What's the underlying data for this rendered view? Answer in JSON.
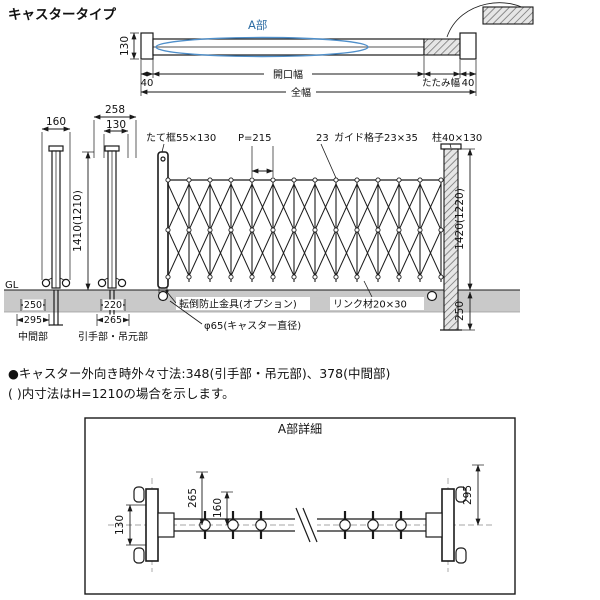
{
  "title": "キャスタータイプ",
  "top_view": {
    "section_label": "A部",
    "height_dim": "130",
    "left_margin_dim": "40",
    "opening_label": "開口幅",
    "fold_label": "たたみ幅",
    "right_margin_dim": "40",
    "total_width_label": "全幅"
  },
  "elevation": {
    "labels": {
      "frame": "たて框55×130",
      "pitch": "P=215",
      "lattice_width": "23",
      "lattice": "ガイド格子23×35",
      "post": "柱40×130"
    },
    "side_dims": {
      "middle_width": "160",
      "handle_outer": "258",
      "handle_inner": "130"
    },
    "height_dims": {
      "gate_height": "1410(1210)",
      "post_height": "1420(1220)",
      "post_embed": "250"
    },
    "gl_label": "GL",
    "below_dims": {
      "middle_caster": "250",
      "middle_base": "295",
      "middle_label": "中間部",
      "handle_caster": "220",
      "handle_base": "265",
      "handle_label": "引手部・吊元部"
    },
    "callouts": {
      "anti_tip": "転倒防止金具(オプション)",
      "link": "リンク材20×30",
      "caster_dia": "φ65(キャスター直径)"
    }
  },
  "notes": {
    "line1": "●キャスター外向き時外々寸法:348(引手部・吊元部)、378(中間部)",
    "line2": "(  )内寸法はH=1210の場合を示します。"
  },
  "detail": {
    "title": "A部詳細",
    "dims": {
      "frame_depth": "130",
      "handle_half": "265",
      "middle_half": "160",
      "outer_width": "295"
    }
  }
}
